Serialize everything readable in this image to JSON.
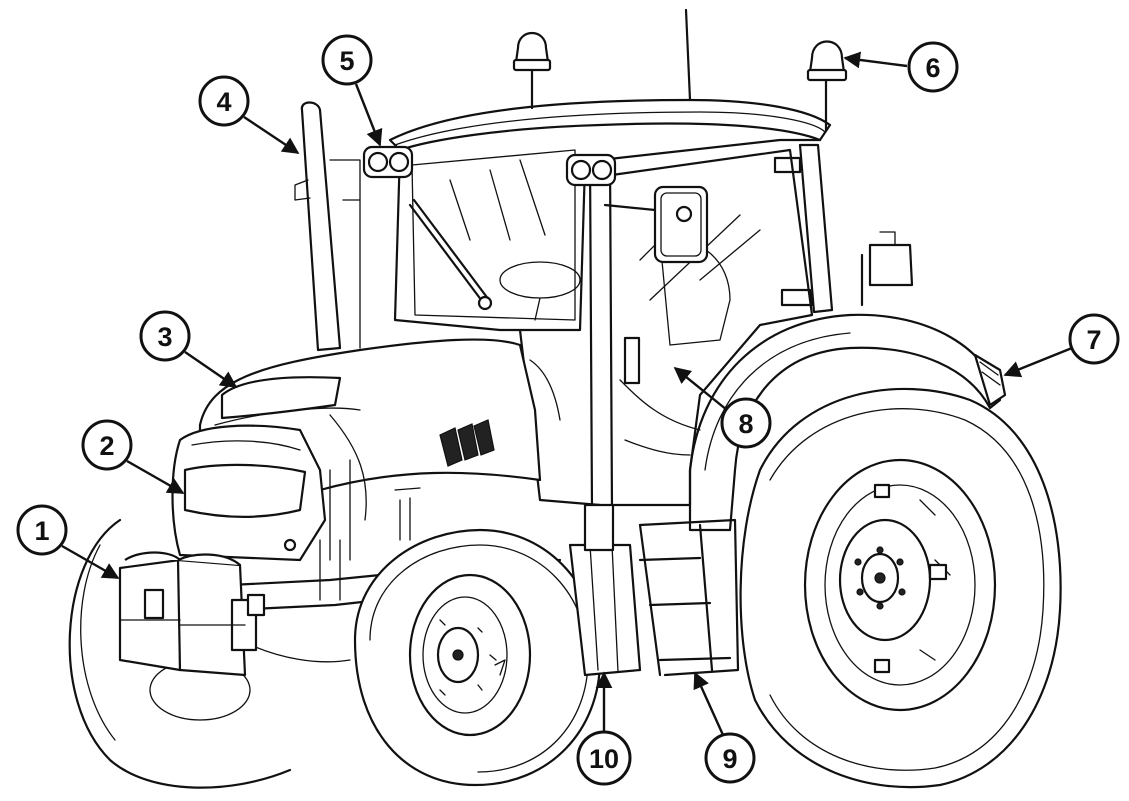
{
  "colors": {
    "line": "#111111",
    "background": "#ffffff"
  },
  "callouts": [
    "1",
    "2",
    "3",
    "4",
    "5",
    "6",
    "7",
    "8",
    "9",
    "10"
  ]
}
